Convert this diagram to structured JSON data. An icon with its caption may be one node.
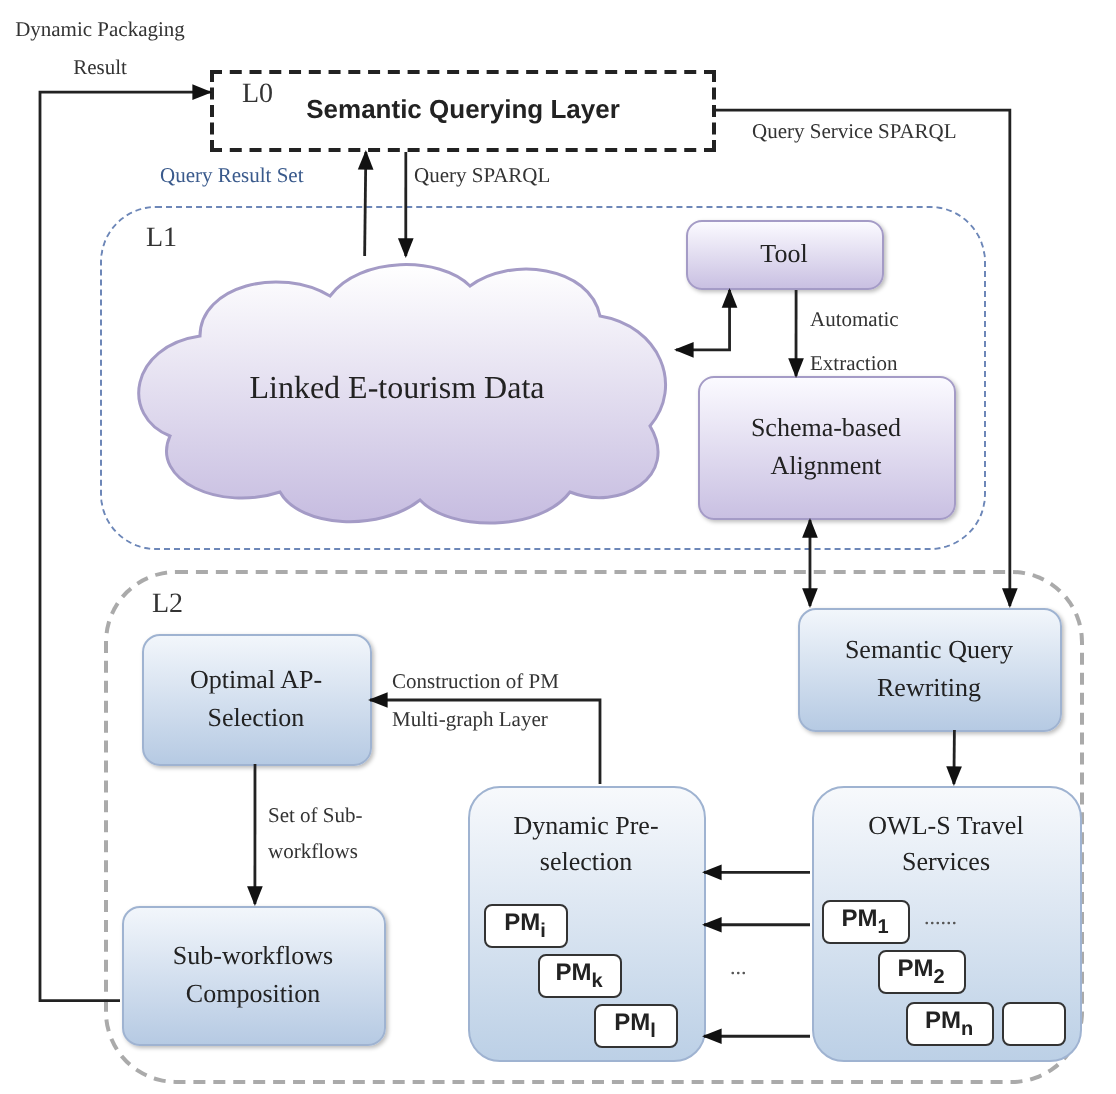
{
  "diagram": {
    "nodes": [
      {
        "text": [
          "L0",
          "Semantic Querying Layer"
        ]
      },
      {
        "text": [
          "L1"
        ]
      },
      {
        "text": [
          "Linked E-tourism Data"
        ],
        "in": 1
      },
      {
        "text": [
          "Tool"
        ],
        "in": 1
      },
      {
        "text": [
          "Schema-based Alignment"
        ],
        "in": 1
      },
      {
        "text": [
          "L2"
        ]
      },
      {
        "text": [
          "Optimal AP-Selection"
        ],
        "in": 5
      },
      {
        "text": [
          "Semantic Query Rewriting"
        ],
        "in": 5
      },
      {
        "text": [
          "Sub-workflows Composition"
        ],
        "in": 5
      },
      {
        "text": [
          "Dynamic Pre-selection"
        ],
        "in": 5
      },
      {
        "text": [
          "OWL-S Travel Services"
        ],
        "in": 5
      },
      {
        "text": [
          "PM$_{i}$"
        ],
        "in": 9
      },
      {
        "text": [
          "PM$_{k}$"
        ],
        "in": 9
      },
      {
        "text": [
          "PM$_{l}$"
        ],
        "in": 9
      },
      {
        "text": [
          "PM$_{1}$"
        ],
        "in": 10
      },
      {
        "text": [
          "PM$_{2}$"
        ],
        "in": 10
      },
      {
        "text": [
          "PM$_{n}$"
        ],
        "in": 10
      },
      {
        "text": [],
        "shape": "box",
        "in": 10
      }
    ],
    "edges": [
      {
        "from": 8,
        "to": 0,
        "arrow": "to",
        "label": "Dynamic Packaging Result"
      },
      {
        "from": 0,
        "to": 7,
        "arrow": "to",
        "label": "Query Service SPARQL"
      },
      {
        "from": 2,
        "to": 0,
        "arrow": "to",
        "label": "Query Result Set"
      },
      {
        "from": 0,
        "to": 2,
        "arrow": "to",
        "label": "Query SPARQL"
      },
      {
        "from": 2,
        "to": 3,
        "arrow": "both"
      },
      {
        "from": 3,
        "to": 4,
        "arrow": "to",
        "label": "Automatic Extraction"
      },
      {
        "from": 4,
        "to": 7,
        "arrow": "both"
      },
      {
        "from": 7,
        "to": 10,
        "arrow": "to"
      },
      {
        "from": 10,
        "to": 9,
        "arrow": "to"
      },
      {
        "from": 10,
        "to": 9,
        "arrow": "to"
      },
      {
        "from": 10,
        "to": 9,
        "arrow": "to"
      },
      {
        "from": 9,
        "to": 6,
        "arrow": "to",
        "label": "Construction of PM Multi-graph Layer"
      },
      {
        "from": 6,
        "to": 8,
        "arrow": "to",
        "label": "Set of Sub-workflows"
      }
    ],
    "labels": [
      "......",
      "..."
    ]
  }
}
